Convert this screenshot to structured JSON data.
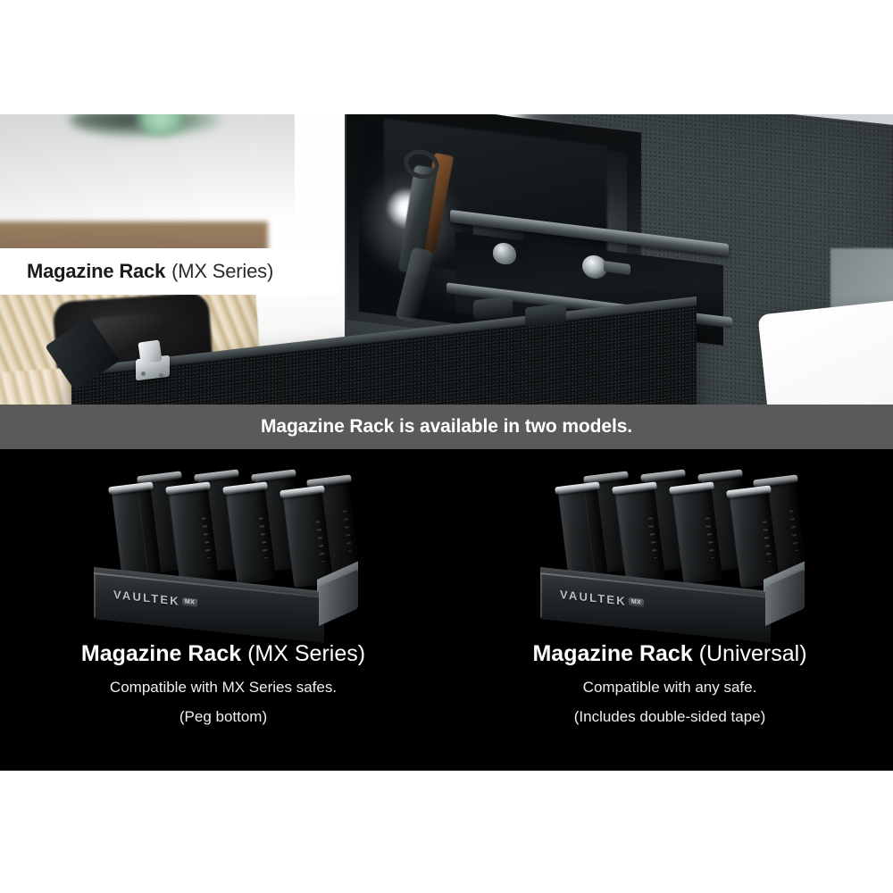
{
  "hero": {
    "badge": {
      "title_bold": "Magazine Rack",
      "title_light": "(MX Series)"
    }
  },
  "banner": {
    "text": "Magazine Rack is available in two models.",
    "background_color": "#5a5a5a",
    "text_color": "#ffffff"
  },
  "products": [
    {
      "brand": "VAULTEK",
      "brand_tag": "MX",
      "title_bold": "Magazine Rack",
      "title_light": "(MX Series)",
      "line1": "Compatible with MX Series safes.",
      "line2": "(Peg bottom)",
      "magazine_count": 8
    },
    {
      "brand": "VAULTEK",
      "brand_tag": "MX",
      "title_bold": "Magazine Rack",
      "title_light": "(Universal)",
      "line1": "Compatible with any safe.",
      "line2": "(Includes double-sided tape)",
      "magazine_count": 8
    }
  ],
  "colors": {
    "background": "#ffffff",
    "section_black": "#000000",
    "banner_gray": "#5a5a5a"
  }
}
